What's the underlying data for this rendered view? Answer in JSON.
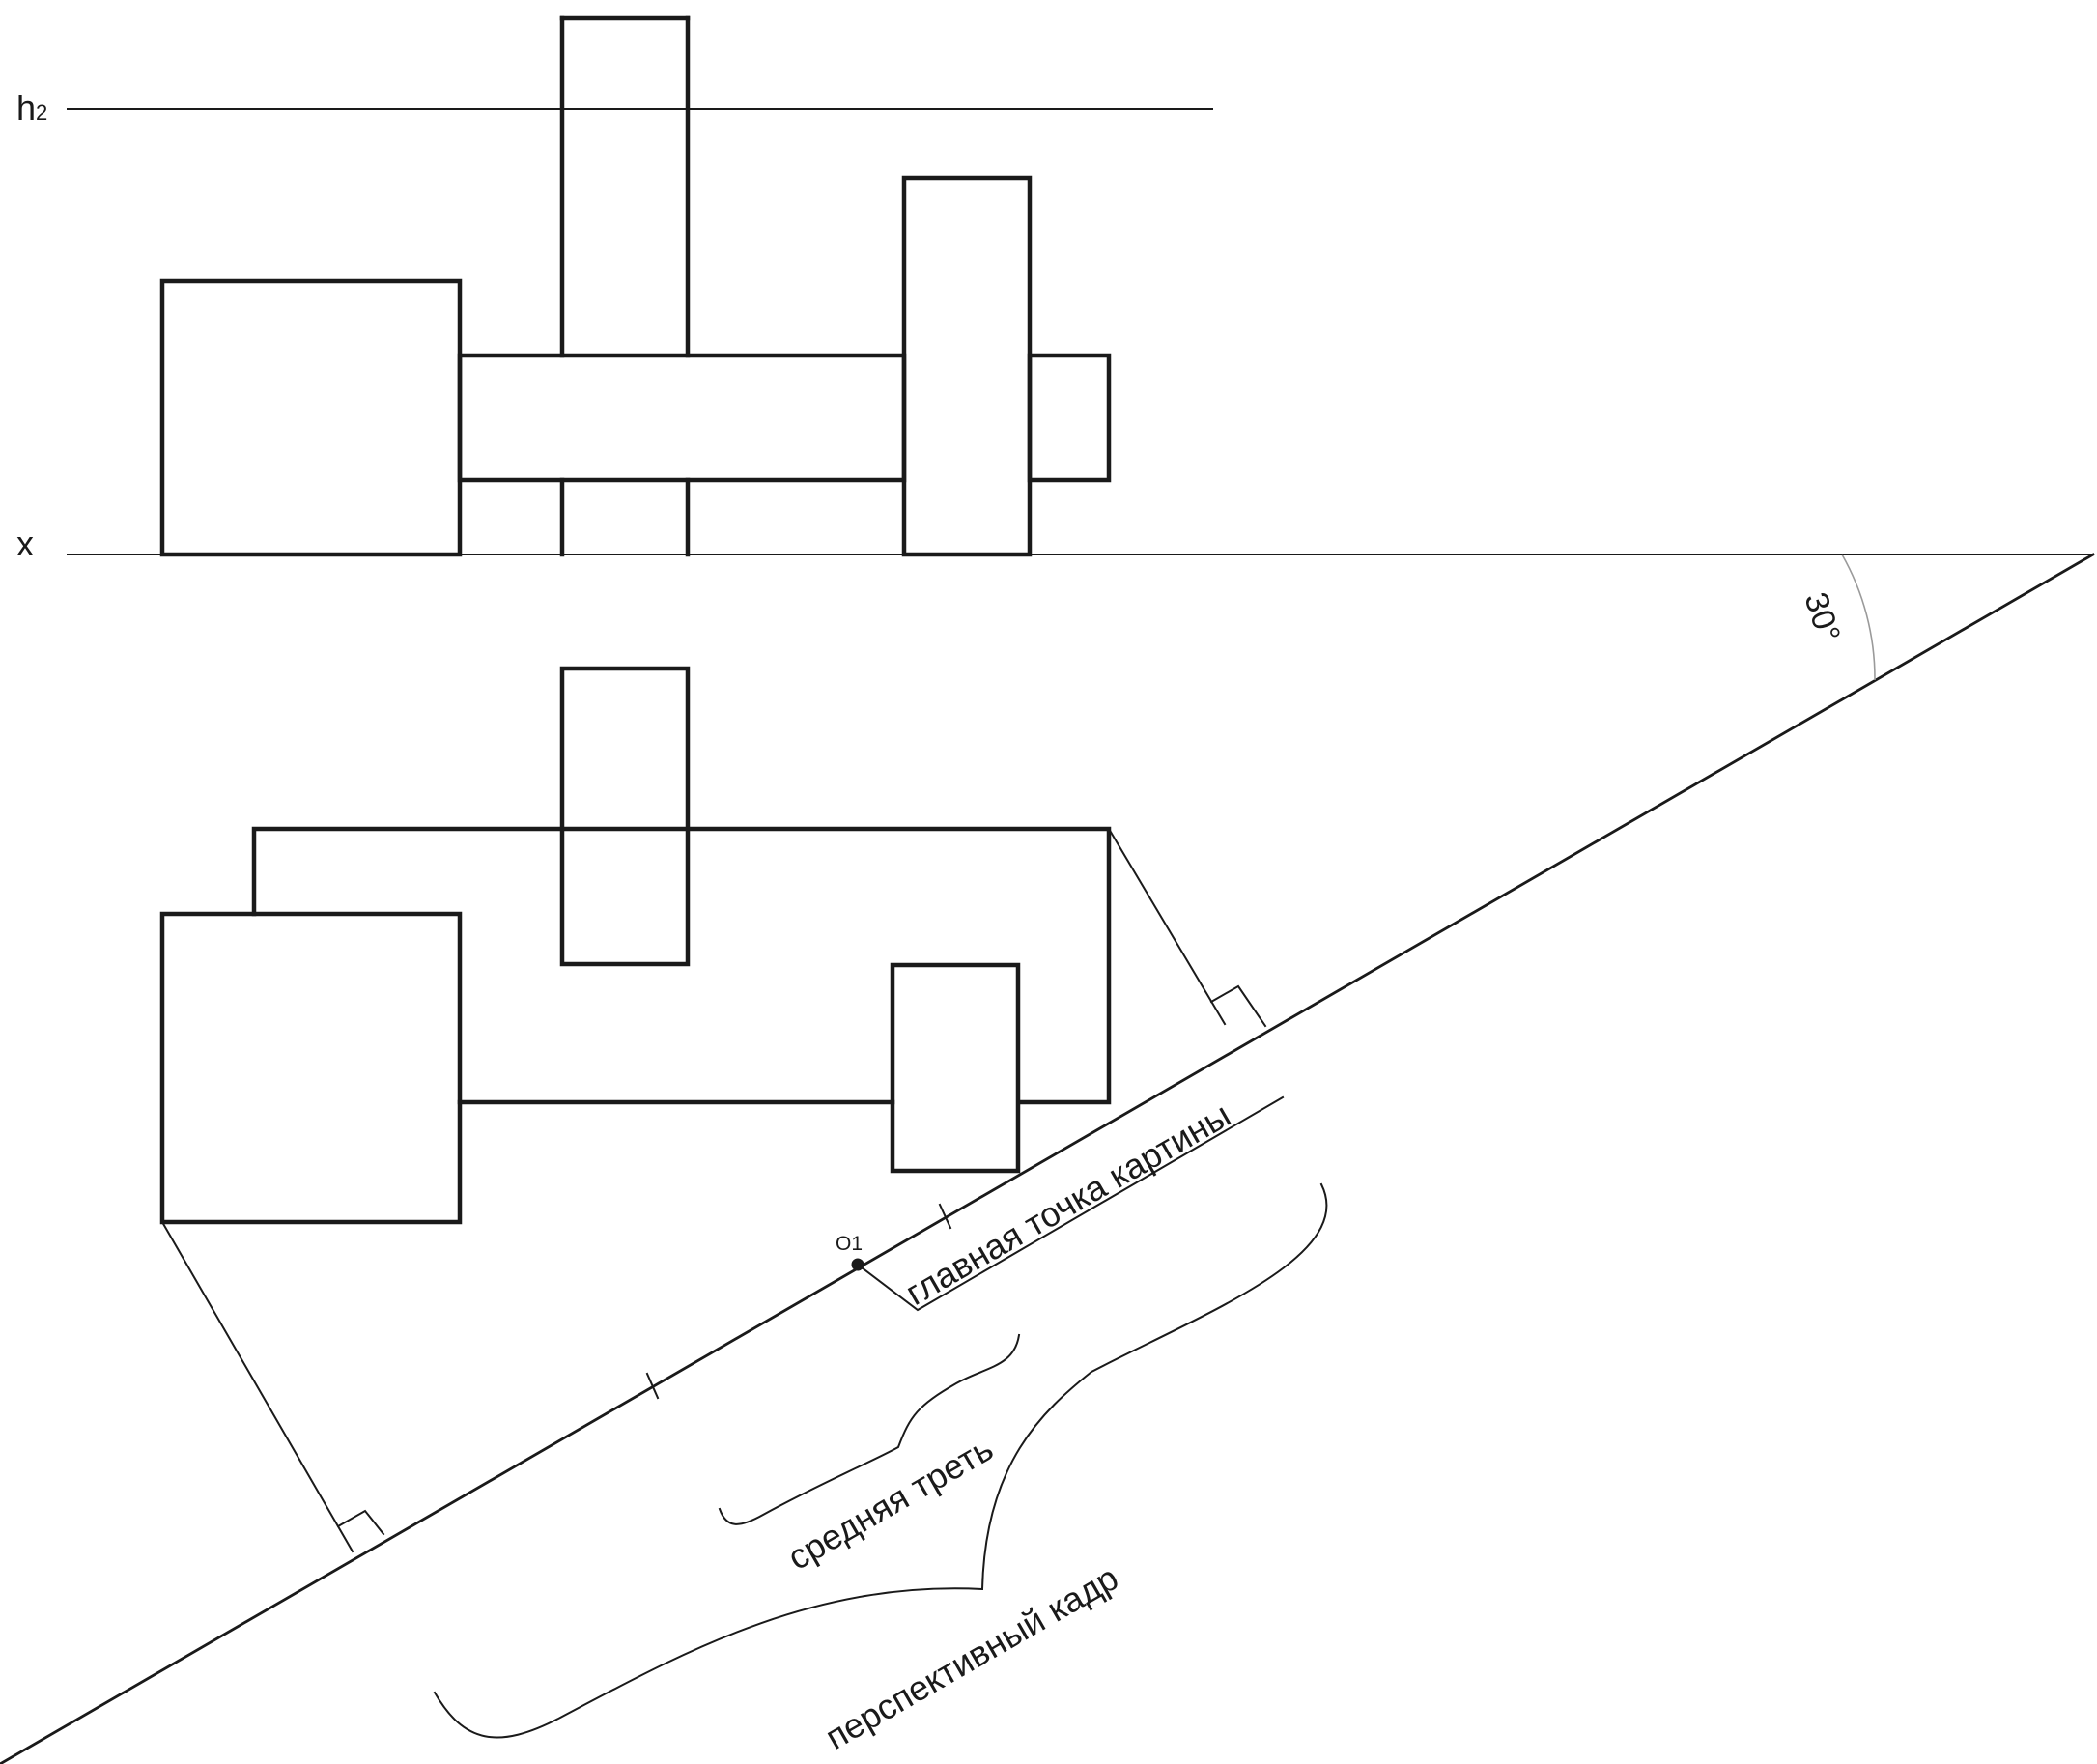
{
  "labels": {
    "h2_main": "h",
    "h2_sub": "2",
    "x_axis": "x",
    "angle": "30°",
    "point_o1": "O1",
    "principal_point": "главная точка картины",
    "middle_third": "средняя треть",
    "perspective_frame": "перспективный кадр"
  }
}
